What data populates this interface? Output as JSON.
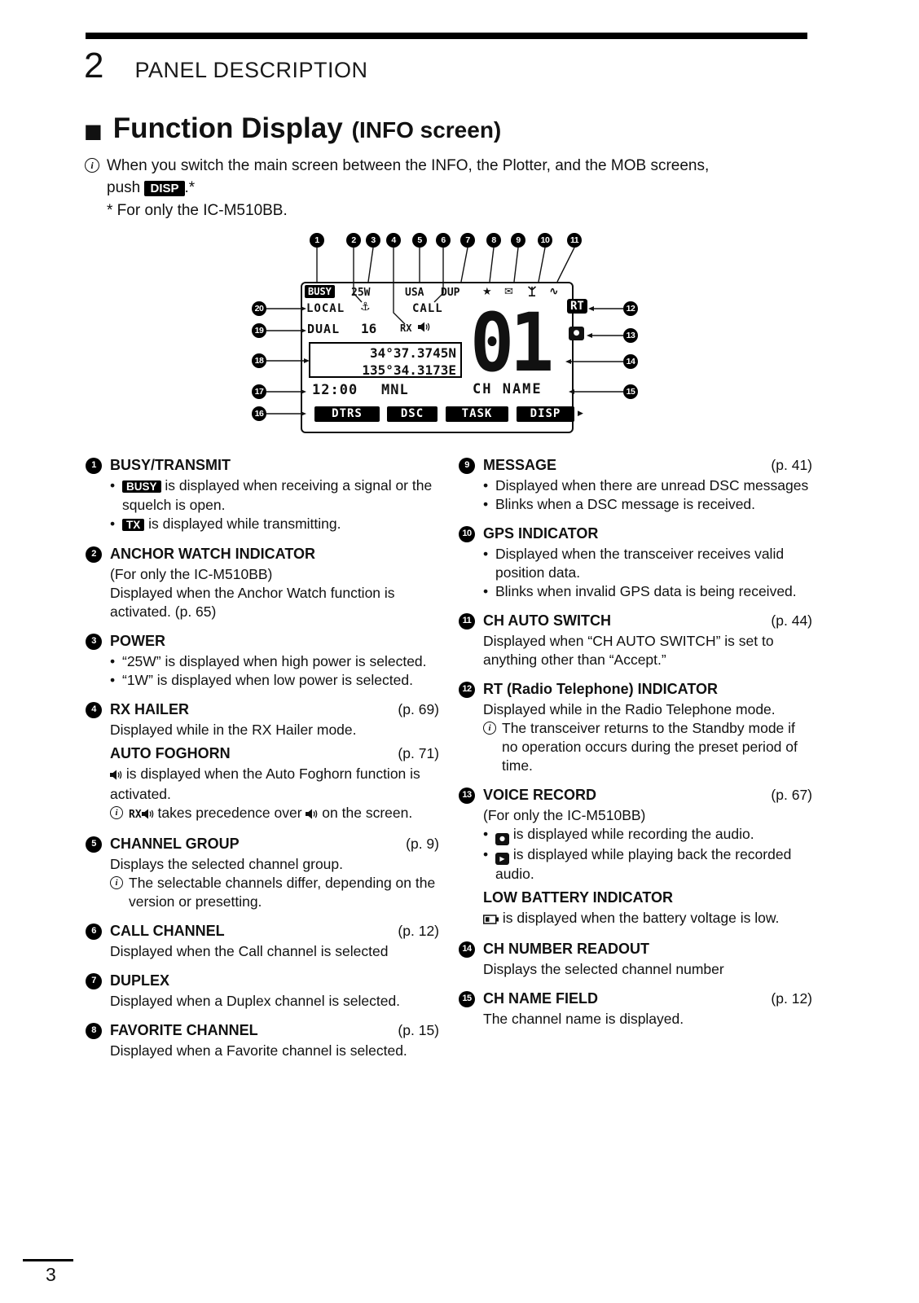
{
  "page": {
    "chapter_number": "2",
    "chapter_title": "PANEL DESCRIPTION",
    "page_number": "3"
  },
  "heading": {
    "square": "■",
    "title": "Function Display",
    "subtitle": "(INFO screen)"
  },
  "intro": {
    "line1": "When you switch the main screen between the INFO, the Plotter, and the MOB screens,",
    "push_pre": "push ",
    "disp_key": "DISP",
    "push_post": ".*",
    "footnote": "* For only the IC-M510BB."
  },
  "glyphs": {
    "info": "i",
    "bullet": "•"
  },
  "callouts": [
    "1",
    "2",
    "3",
    "4",
    "5",
    "6",
    "7",
    "8",
    "9",
    "10",
    "11",
    "12",
    "13",
    "14",
    "15",
    "16",
    "17",
    "18",
    "19",
    "20"
  ],
  "lcd": {
    "busy": "BUSY",
    "power": "25W",
    "group": "USA",
    "dup": "DUP",
    "star": "★",
    "mail": "✉",
    "autoswitch": "∿",
    "local": "LOCAL",
    "anchor_watch": "⚓",
    "call": "CALL",
    "dual": "DUAL",
    "ch16": "16",
    "rx_label": "RX",
    "lat": "34°37.3745N",
    "lon": "135°34.3173E",
    "time": "12:00",
    "tz": "MNL",
    "big_channel": "01",
    "rt": "RT",
    "record_glyph": "●",
    "ch_name": "CH NAME",
    "softkeys": [
      "DTRS",
      "DSC",
      "TASK",
      "DISP"
    ],
    "more_arrow": "▶"
  },
  "items_left": [
    {
      "num": "1",
      "title": "BUSY/TRANSMIT",
      "page": "",
      "body": [
        {
          "type": "bullet",
          "runs": [
            {
              "k": "badge",
              "v": "BUSY"
            },
            {
              "k": "t",
              "v": " is displayed when receiving a signal or the squelch is open."
            }
          ]
        },
        {
          "type": "bullet",
          "runs": [
            {
              "k": "badge",
              "v": "TX"
            },
            {
              "k": "t",
              "v": " is displayed while transmitting."
            }
          ]
        }
      ]
    },
    {
      "num": "2",
      "title": "ANCHOR WATCH INDICATOR",
      "page": "",
      "body": [
        {
          "type": "p",
          "runs": [
            {
              "k": "t",
              "v": "(For only the IC-M510BB)"
            }
          ]
        },
        {
          "type": "p",
          "runs": [
            {
              "k": "t",
              "v": "Displayed when the Anchor Watch function is activated. (p. 65)"
            }
          ]
        }
      ]
    },
    {
      "num": "3",
      "title": "POWER",
      "page": "",
      "body": [
        {
          "type": "bullet",
          "runs": [
            {
              "k": "t",
              "v": "“25W” is displayed when high power is selected."
            }
          ]
        },
        {
          "type": "bullet",
          "runs": [
            {
              "k": "t",
              "v": "“1W” is displayed when low power is selected."
            }
          ]
        }
      ]
    },
    {
      "num": "4",
      "title": "RX HAILER",
      "page": "(p. 69)",
      "body": [
        {
          "type": "p",
          "runs": [
            {
              "k": "t",
              "v": "Displayed while in the RX Hailer mode."
            }
          ]
        },
        {
          "type": "subtitle",
          "text": "AUTO FOGHORN",
          "page": "(p. 71)"
        },
        {
          "type": "p",
          "runs": [
            {
              "k": "icon",
              "v": "foghorn-icon"
            },
            {
              "k": "t",
              "v": " is displayed when the Auto Foghorn function is activated."
            }
          ]
        },
        {
          "type": "note",
          "runs": [
            {
              "k": "lcdtext",
              "v": "RX"
            },
            {
              "k": "icon",
              "v": "speaker-icon"
            },
            {
              "k": "t",
              "v": " takes precedence over "
            },
            {
              "k": "icon",
              "v": "foghorn-icon"
            },
            {
              "k": "t",
              "v": " on the screen."
            }
          ]
        }
      ]
    },
    {
      "num": "5",
      "title": "CHANNEL GROUP",
      "page": "(p. 9)",
      "body": [
        {
          "type": "p",
          "runs": [
            {
              "k": "t",
              "v": "Displays the selected channel group."
            }
          ]
        },
        {
          "type": "note",
          "runs": [
            {
              "k": "t",
              "v": "The selectable channels differ, depending on the version or presetting."
            }
          ]
        }
      ]
    },
    {
      "num": "6",
      "title": "CALL CHANNEL",
      "page": "(p. 12)",
      "body": [
        {
          "type": "p",
          "runs": [
            {
              "k": "t",
              "v": "Displayed when the Call channel is selected"
            }
          ]
        }
      ]
    },
    {
      "num": "7",
      "title": "DUPLEX",
      "page": "",
      "body": [
        {
          "type": "p",
          "runs": [
            {
              "k": "t",
              "v": "Displayed when a Duplex channel is selected."
            }
          ]
        }
      ]
    },
    {
      "num": "8",
      "title": "FAVORITE CHANNEL",
      "page": "(p. 15)",
      "body": [
        {
          "type": "p",
          "runs": [
            {
              "k": "t",
              "v": "Displayed when a Favorite channel is selected."
            }
          ]
        }
      ]
    }
  ],
  "items_right": [
    {
      "num": "9",
      "title": "MESSAGE",
      "page": "(p. 41)",
      "body": [
        {
          "type": "bullet",
          "runs": [
            {
              "k": "t",
              "v": "Displayed when there are unread DSC messages"
            }
          ]
        },
        {
          "type": "bullet",
          "runs": [
            {
              "k": "t",
              "v": "Blinks when a DSC message is received."
            }
          ]
        }
      ]
    },
    {
      "num": "10",
      "title": "GPS INDICATOR",
      "page": "",
      "body": [
        {
          "type": "bullet",
          "runs": [
            {
              "k": "t",
              "v": "Displayed when the transceiver receives valid position data."
            }
          ]
        },
        {
          "type": "bullet",
          "runs": [
            {
              "k": "t",
              "v": "Blinks when invalid GPS data is being received."
            }
          ]
        }
      ]
    },
    {
      "num": "11",
      "title": "CH AUTO SWITCH",
      "page": "(p. 44)",
      "body": [
        {
          "type": "p",
          "runs": [
            {
              "k": "t",
              "v": "Displayed when “CH AUTO SWITCH” is set to anything other than “Accept.”"
            }
          ]
        }
      ]
    },
    {
      "num": "12",
      "title": "RT (Radio Telephone) INDICATOR",
      "page": "",
      "body": [
        {
          "type": "p",
          "runs": [
            {
              "k": "t",
              "v": "Displayed while in the Radio Telephone mode."
            }
          ]
        },
        {
          "type": "note",
          "runs": [
            {
              "k": "t",
              "v": "The transceiver returns to the Standby mode if no operation occurs during the preset period of time."
            }
          ]
        }
      ]
    },
    {
      "num": "13",
      "title": "VOICE RECORD",
      "page": "(p. 67)",
      "body": [
        {
          "type": "p",
          "runs": [
            {
              "k": "t",
              "v": "(For only the IC-M510BB)"
            }
          ]
        },
        {
          "type": "bullet",
          "runs": [
            {
              "k": "icon",
              "v": "record-icon"
            },
            {
              "k": "t",
              "v": " is displayed while recording the audio."
            }
          ]
        },
        {
          "type": "bullet",
          "runs": [
            {
              "k": "icon",
              "v": "play-icon"
            },
            {
              "k": "t",
              "v": " is displayed while playing back the recorded audio."
            }
          ]
        },
        {
          "type": "subtitle",
          "text": "LOW BATTERY INDICATOR",
          "page": ""
        },
        {
          "type": "p",
          "runs": [
            {
              "k": "icon",
              "v": "battery-icon"
            },
            {
              "k": "t",
              "v": " is displayed when the battery voltage is low."
            }
          ]
        }
      ]
    },
    {
      "num": "14",
      "title": "CH NUMBER READOUT",
      "page": "",
      "body": [
        {
          "type": "p",
          "runs": [
            {
              "k": "t",
              "v": "Displays the selected channel number"
            }
          ]
        }
      ]
    },
    {
      "num": "15",
      "title": "CH NAME FIELD",
      "page": "(p. 12)",
      "body": [
        {
          "type": "p",
          "runs": [
            {
              "k": "t",
              "v": "The channel name is displayed."
            }
          ]
        }
      ]
    }
  ]
}
